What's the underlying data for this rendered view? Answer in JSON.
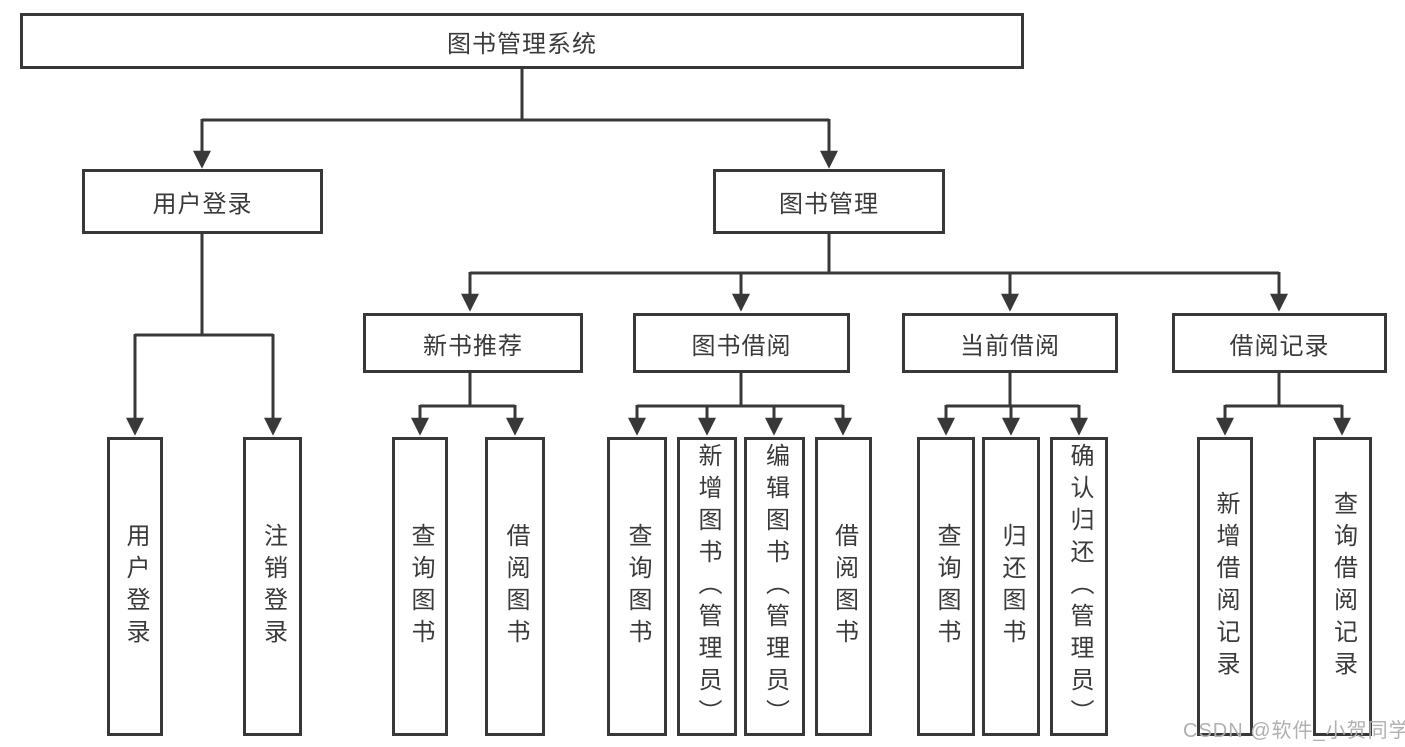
{
  "tree": {
    "root": "图书管理系统",
    "branches": [
      {
        "label": "用户登录",
        "children": [
          "用户登录",
          "注销登录"
        ]
      },
      {
        "label": "图书管理",
        "children": [
          {
            "label": "新书推荐",
            "children": [
              "查询图书",
              "借阅图书"
            ]
          },
          {
            "label": "图书借阅",
            "children": [
              "查询图书",
              "新增图书（管理员）",
              "编辑图书（管理员）",
              "借阅图书"
            ]
          },
          {
            "label": "当前借阅",
            "children": [
              "查询图书",
              "归还图书",
              "确认归还（管理员）"
            ]
          },
          {
            "label": "借阅记录",
            "children": [
              "新增借阅记录",
              "查询借阅记录"
            ]
          }
        ]
      }
    ]
  },
  "watermark": "CSDN @软件_小贺同学",
  "colors": {
    "line": "#383838",
    "text": "#3a3a3a",
    "watermark": "#b0b0b0",
    "background": "#ffffff"
  }
}
